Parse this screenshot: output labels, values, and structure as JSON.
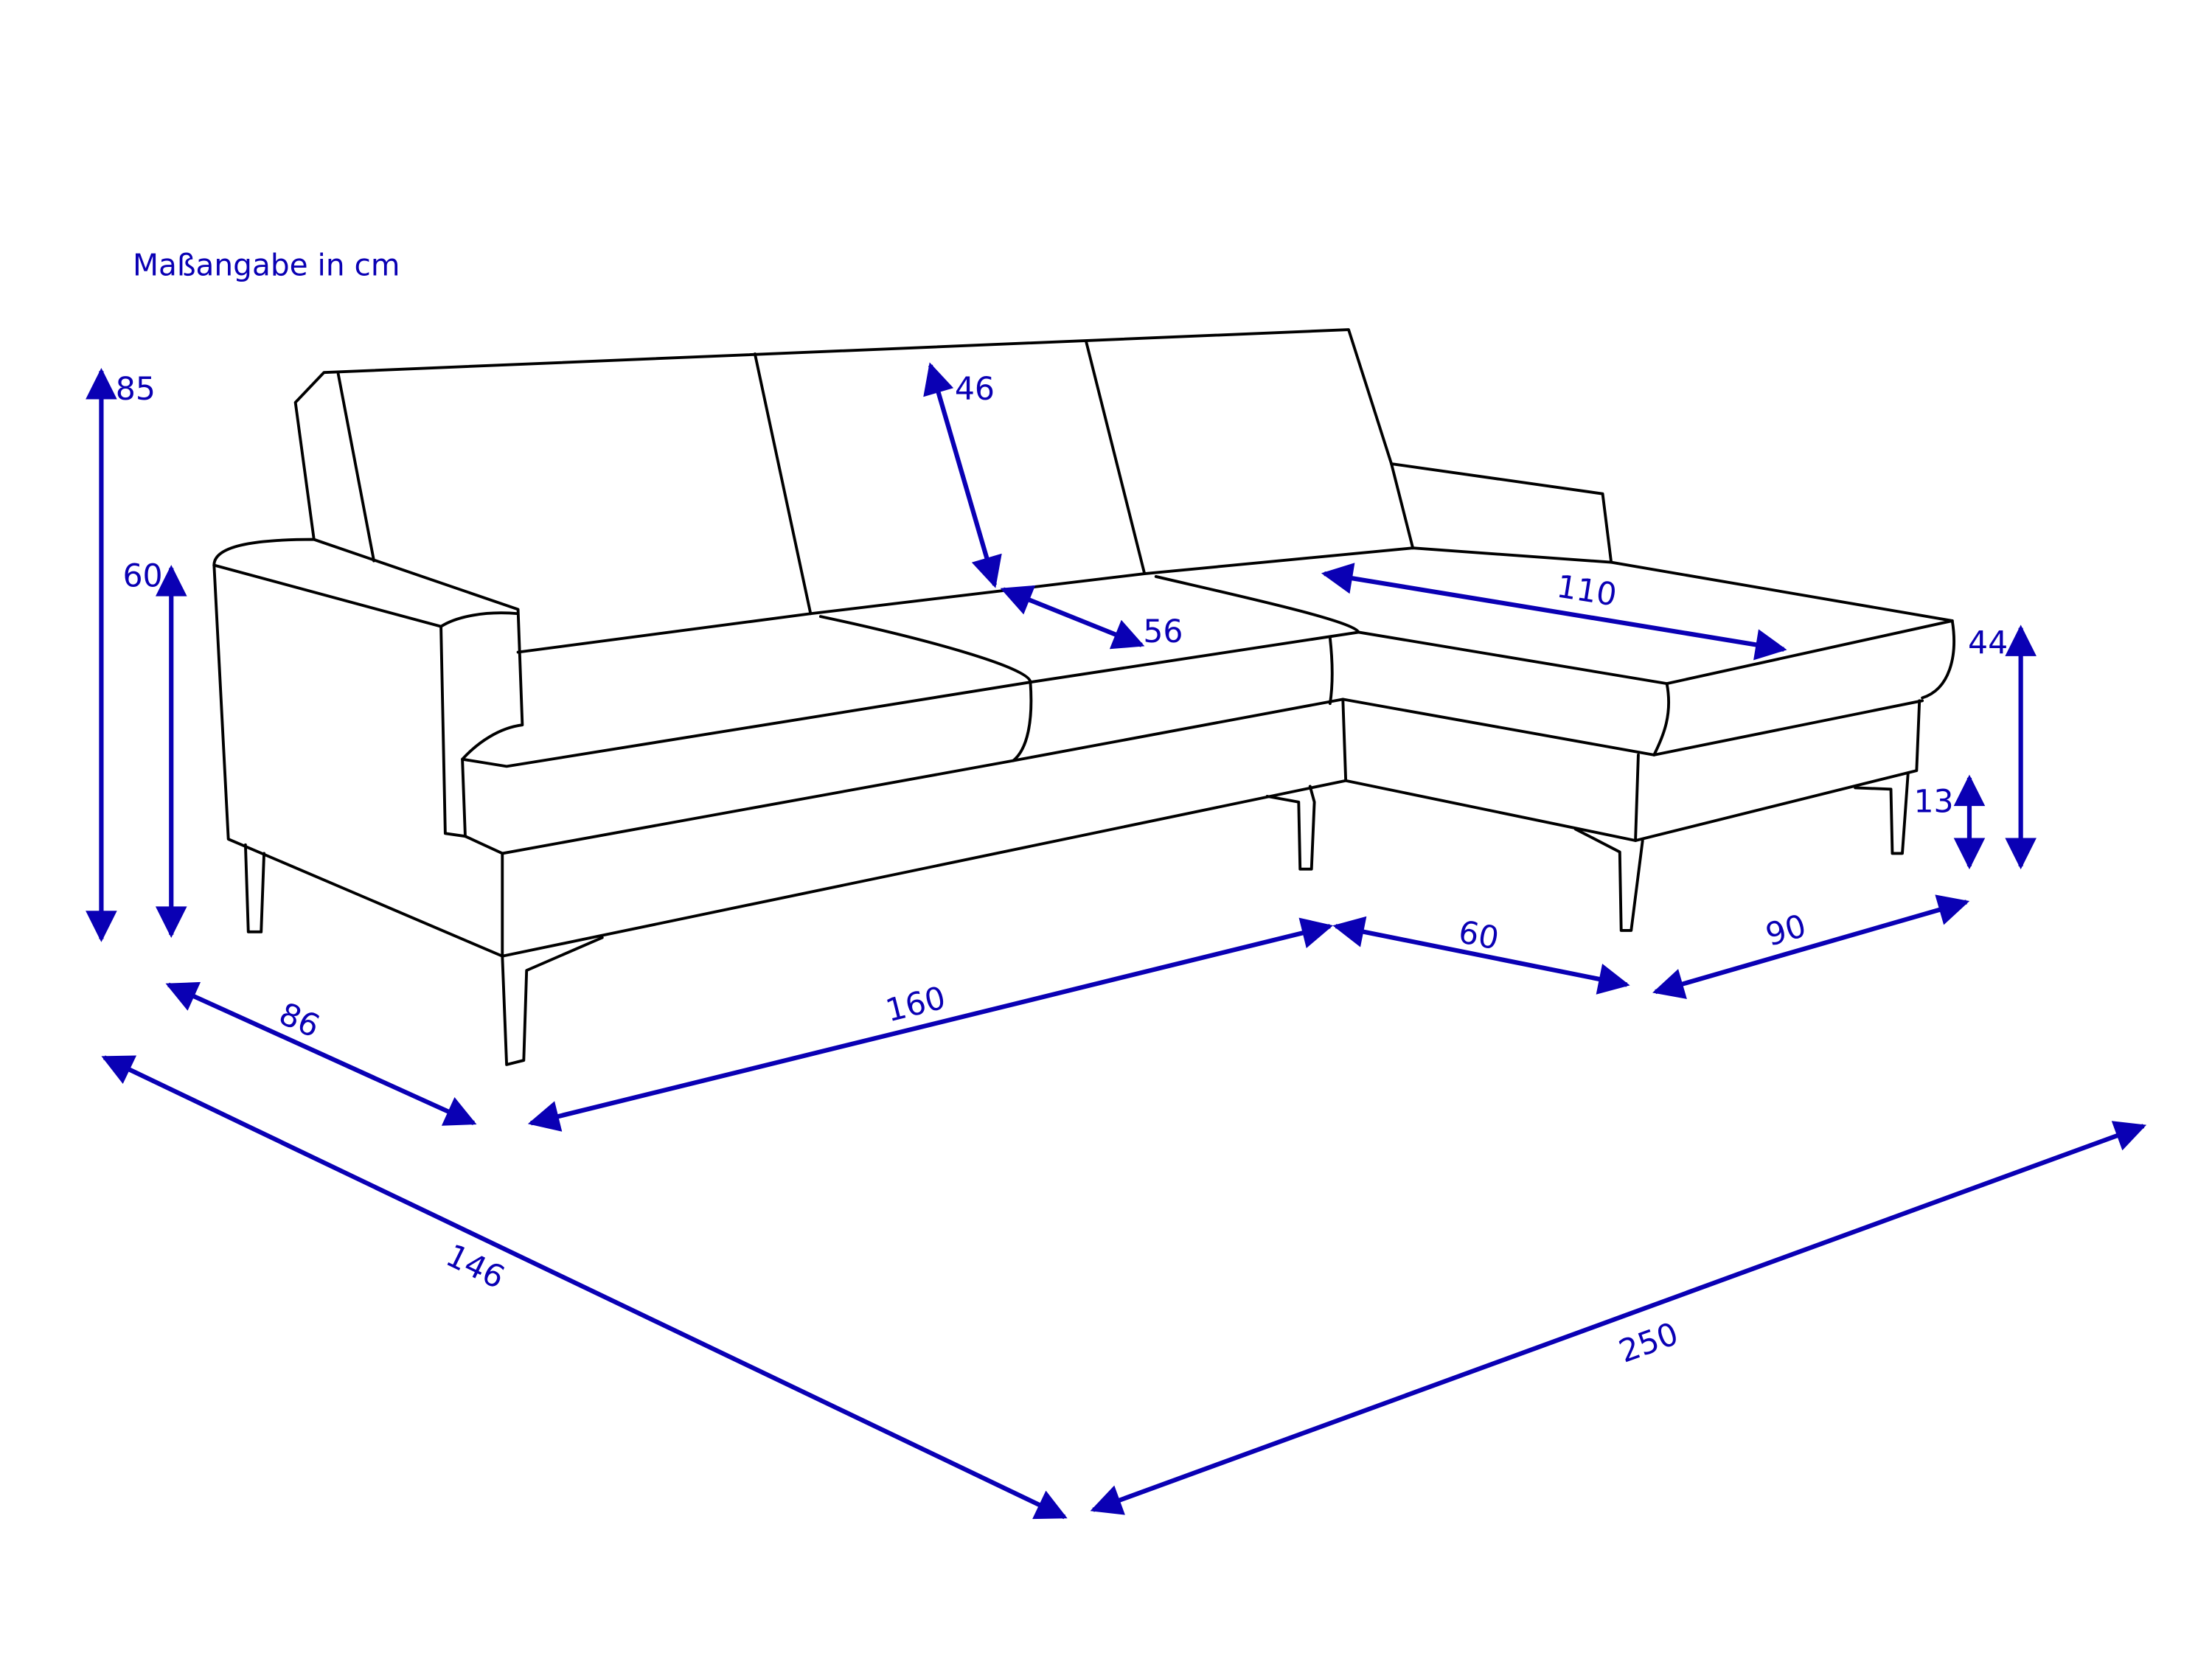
{
  "title": "Maßangabe in cm",
  "colors": {
    "dimension": "#0a00b4",
    "outline": "#000000",
    "background": "#ffffff"
  },
  "dimensions": {
    "total_height": "85",
    "armrest_height": "60",
    "backrest_height": "46",
    "seat_depth": "56",
    "recamiere_seat_length": "110",
    "recamiere_height": "44",
    "leg_height": "13",
    "armrest_depth": "86",
    "main_width": "160",
    "corner_width": "60",
    "recamiere_width": "90",
    "total_depth": "146",
    "total_width": "250"
  }
}
